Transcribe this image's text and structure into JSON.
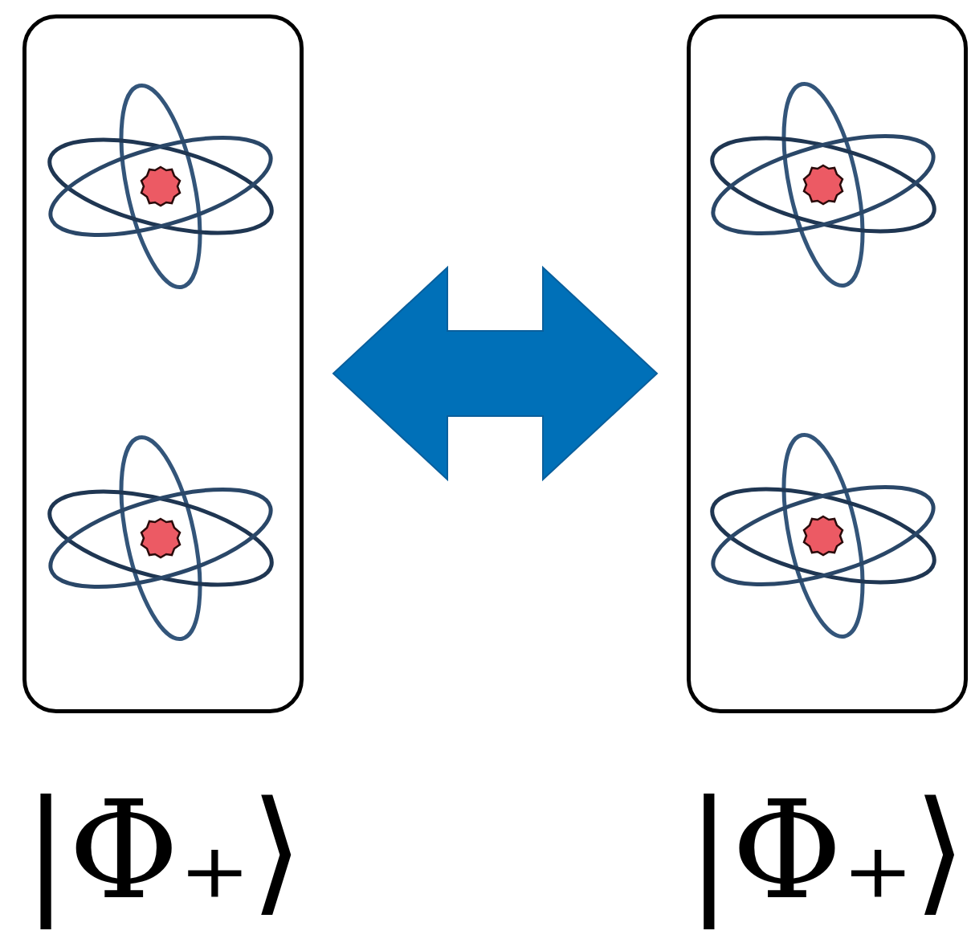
{
  "diagram": {
    "nodes": [
      {
        "text": [
          "|Φ₊⟩"
        ]
      },
      {
        "text": [
          "|Φ₊⟩"
        ]
      }
    ],
    "edges": [
      {
        "from": 0,
        "to": 1,
        "arrow": "both"
      }
    ]
  }
}
